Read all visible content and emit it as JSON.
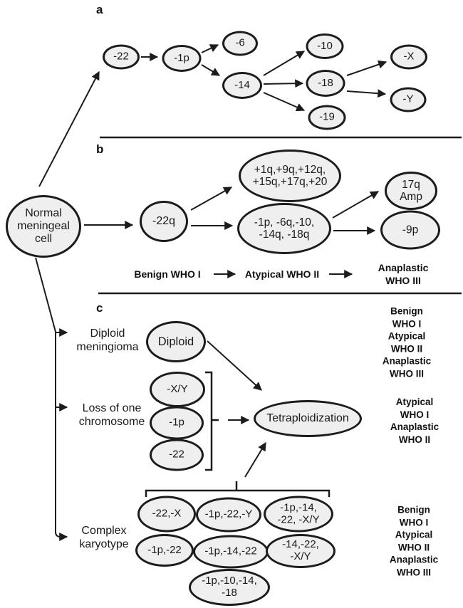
{
  "figure": {
    "description_title": "Meningioma progression pathways diagram"
  },
  "colors": {
    "background": "#ffffff",
    "node_fill": "#efefef",
    "stroke": "#1c1c1c",
    "text": "#1a1a1a"
  },
  "labels": {
    "section_a": "a",
    "section_b": "b",
    "section_c": "c"
  },
  "nodes": {
    "normal": "Normal\nmeningeal\ncell",
    "a_22": "-22",
    "a_1p": "-1p",
    "a_6": "-6",
    "a_14": "-14",
    "a_10": "-10",
    "a_18": "-18",
    "a_19": "-19",
    "a_x": "-X",
    "a_y": "-Y",
    "b_22q": "-22q",
    "b_gains": "+1q,+9q,+12q,\n+15q,+17q,+20",
    "b_losses": "-1p, -6q,-10,\n-14q, -18q",
    "b_17q_amp": "17q\nAmp",
    "b_9p": "-9p",
    "c_diploid": "Diploid",
    "c_xy": "-X/Y",
    "c_1p": "-1p",
    "c_22": "-22",
    "c_tetra": "Tetraploidization",
    "ck1": "-22,-X",
    "ck2": "-1p,-22,-Y",
    "ck3": "-1p,-14,\n-22, -X/Y",
    "ck4": "-1p,-22",
    "ck5": "-1p,-14,-22",
    "ck6": "-14,-22,\n-X/Y",
    "ck7": "-1p,-10,-14,\n-18"
  },
  "row_labels": {
    "diploid": "Diploid\nmeningioma",
    "loss": "Loss of one\nchromosome",
    "complex": "Complex\nkaryotype"
  },
  "who_progression": {
    "benign": "Benign WHO I",
    "atypical": "Atypical WHO II",
    "anaplastic": "Anaplastic WHO III"
  },
  "grades": {
    "diploid": "Benign WHO I\nAtypical WHO II\nAnaplastic WHO III",
    "loss": "Atypical WHO I\nAnaplastic WHO II",
    "complex": "Benign WHO I\nAtypical WHO II\nAnaplastic WHO III"
  }
}
